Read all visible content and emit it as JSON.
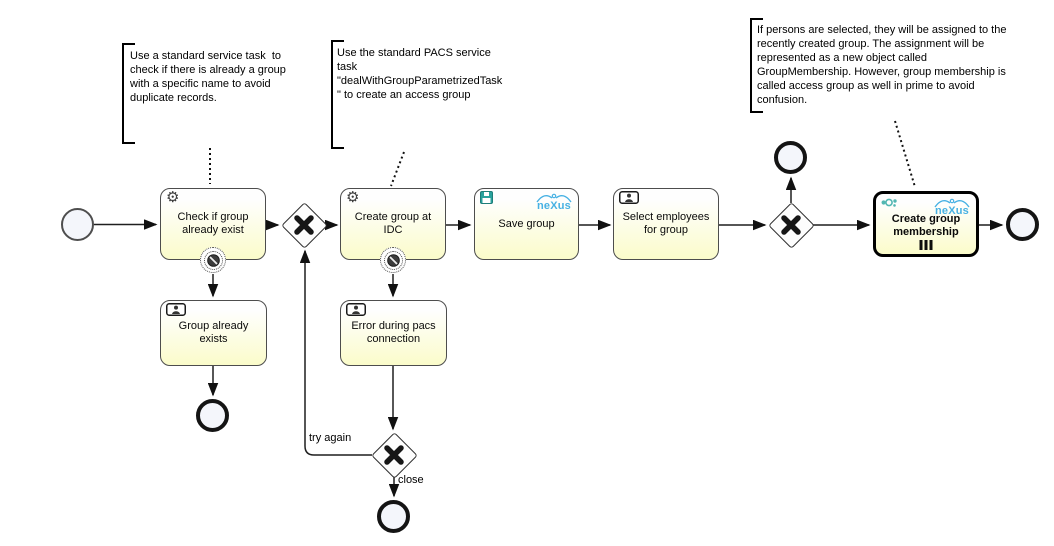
{
  "brand": {
    "name": "neXus",
    "color": "#47b1e3"
  },
  "annotations": [
    {
      "text": "Use a standard service task  to\ncheck if there is already a group\nwith a specific name to avoid\nduplicate records."
    },
    {
      "text": "Use the standard PACS service\ntask\n\"dealWithGroupParametrizedTask\n\" to create an access group"
    },
    {
      "text": "If persons are selected, they will be assigned to the\nrecently created group. The assignment will be\nrepresented as a new object called\nGroupMembership. However, group membership is\ncalled access group as well in prime to avoid\nconfusion."
    }
  ],
  "tasks": [
    {
      "id": "check-group",
      "label": "Check if group already exist",
      "type": "service"
    },
    {
      "id": "create-group-idc",
      "label": "Create group at IDC",
      "type": "service"
    },
    {
      "id": "save-group",
      "label": "Save group",
      "type": "save"
    },
    {
      "id": "select-employees",
      "label": "Select employees for group",
      "type": "user"
    },
    {
      "id": "create-membership",
      "label": "Create group membership",
      "type": "multi-instance"
    },
    {
      "id": "group-exists",
      "label": "Group already exists",
      "type": "user"
    },
    {
      "id": "error-pacs",
      "label": "Error during pacs connection",
      "type": "user"
    }
  ],
  "edge_labels": {
    "try_again": "try again",
    "close": "close"
  },
  "icons": {
    "gear": "⚙",
    "save": "floppy-disk",
    "user_task": "person-in-rounded-rect",
    "group_membership": "linked-dots",
    "multi_instance_marker": "|||",
    "xor_gateway": "✕",
    "boundary_event": "circle-slash"
  },
  "colors": {
    "task_fill_top": "#fefefe",
    "task_fill_bottom": "#fbfcca",
    "task_border": "#4d4d4d",
    "event_fill": "#f4f6fb",
    "logo_blue": "#47b1e3",
    "icon_teal": "#2aa29d"
  }
}
